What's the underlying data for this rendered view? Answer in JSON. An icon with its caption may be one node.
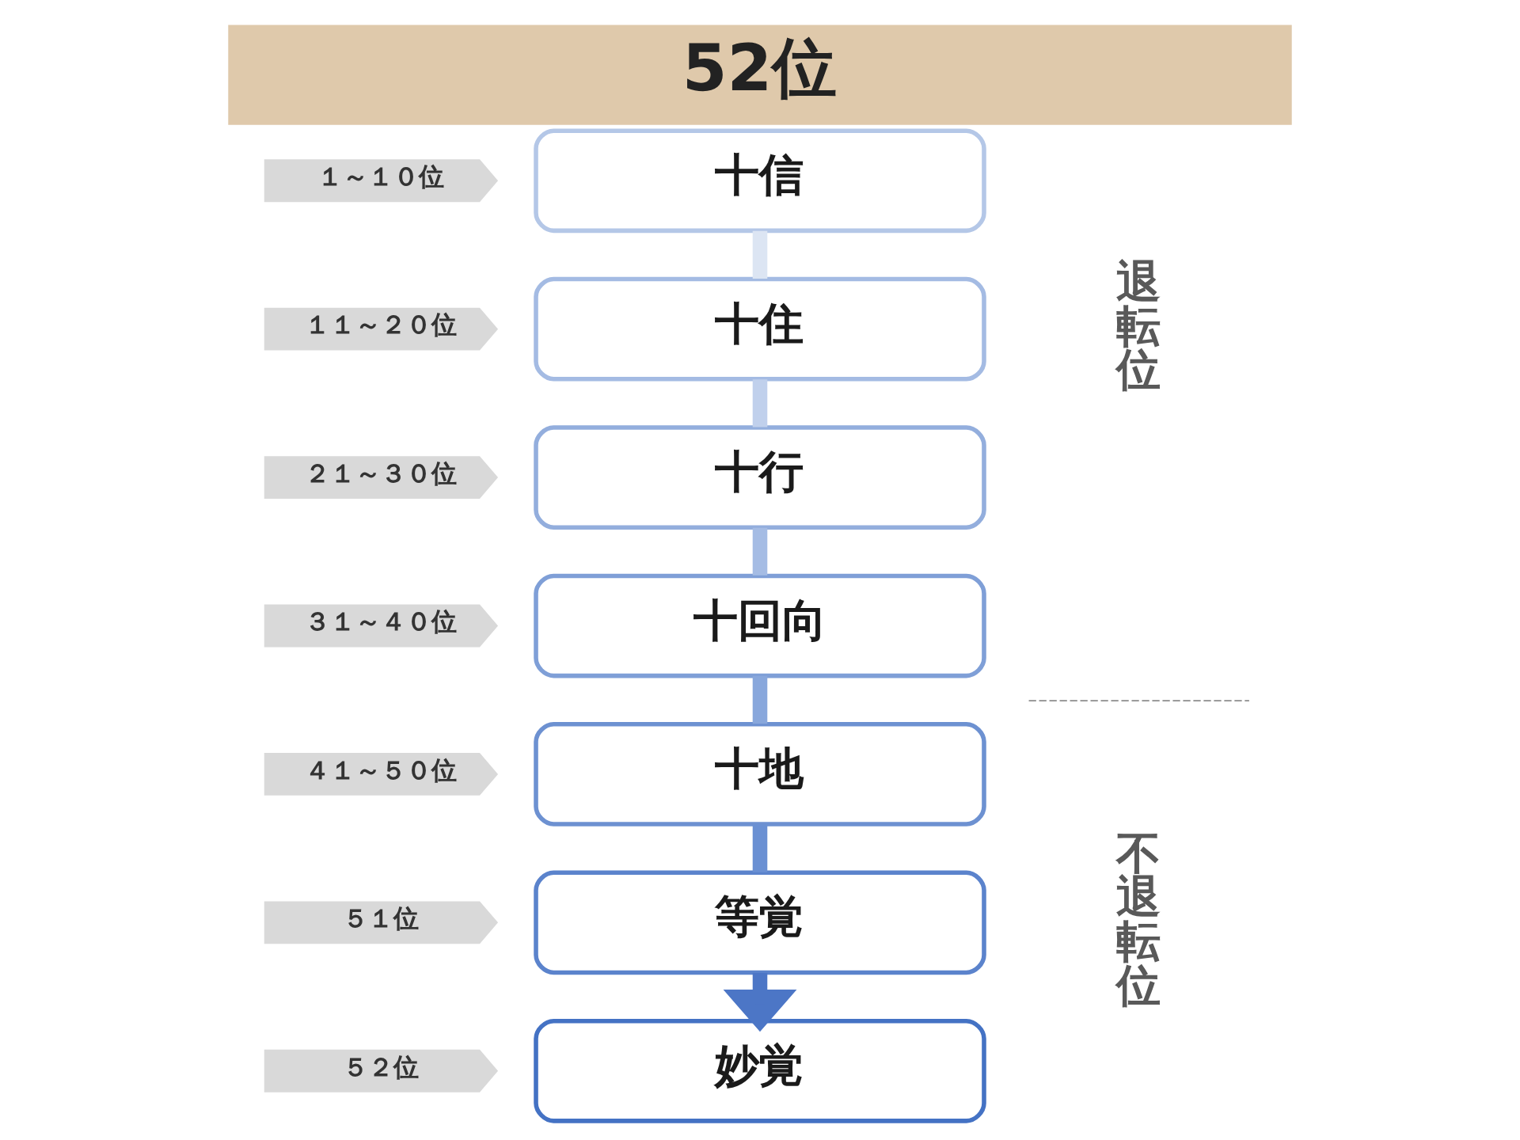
{
  "diagram": {
    "title": "52位",
    "nodes": [
      {
        "text": [
          "１～１０位"
        ]
      },
      {
        "text": [
          "十信"
        ]
      },
      {
        "text": [
          "１１～２０位"
        ]
      },
      {
        "text": [
          "十住"
        ]
      },
      {
        "text": [
          "２１～３０位"
        ]
      },
      {
        "text": [
          "十行"
        ]
      },
      {
        "text": [
          "３１～４０位"
        ]
      },
      {
        "text": [
          "十回向"
        ]
      },
      {
        "text": [
          "４１～５０位"
        ]
      },
      {
        "text": [
          "十地"
        ]
      },
      {
        "text": [
          "５１位"
        ]
      },
      {
        "text": [
          "等覚"
        ]
      },
      {
        "text": [
          "５２位"
        ]
      },
      {
        "text": [
          "妙覚"
        ]
      }
    ],
    "edges": [
      {
        "from": 1,
        "to": 3,
        "arrow": "none",
        "color": "#dce5f3"
      },
      {
        "from": 3,
        "to": 5,
        "arrow": "none",
        "color": "#c0d0ec"
      },
      {
        "from": 5,
        "to": 7,
        "arrow": "none",
        "color": "#a5bce4"
      },
      {
        "from": 7,
        "to": 9,
        "arrow": "none",
        "color": "#88a7dc"
      },
      {
        "from": 9,
        "to": 11,
        "arrow": "none",
        "color": "#6a90d3"
      },
      {
        "from": 11,
        "to": 13,
        "arrow": "to",
        "color": "#4c76c6"
      }
    ],
    "labels": [
      "退転位",
      "不退転位"
    ]
  }
}
